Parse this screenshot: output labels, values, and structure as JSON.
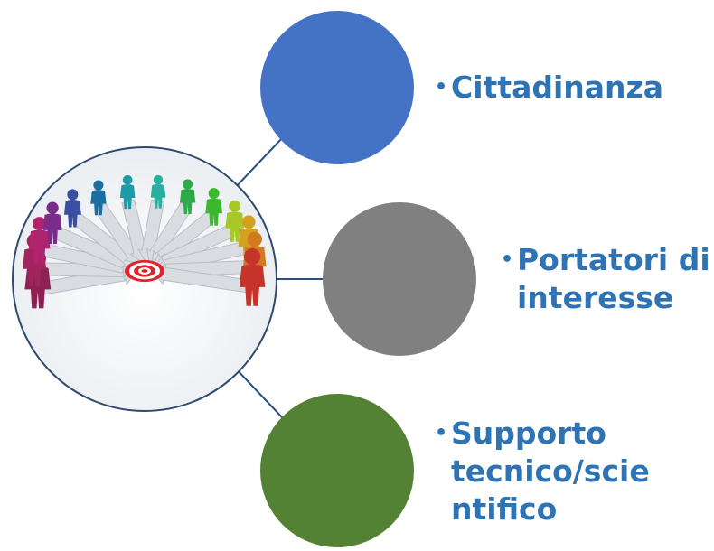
{
  "diagram": {
    "items": [
      {
        "color": "#4472c4",
        "lines": [
          "Cittadinanza"
        ]
      },
      {
        "color": "#808080",
        "lines": [
          "Portatori di",
          "interesse"
        ]
      },
      {
        "color": "#548235",
        "lines": [
          "Supporto",
          "tecnico/scie",
          "ntifico"
        ]
      }
    ],
    "bullet": "•",
    "connector_color": "#2f4f7f",
    "hub_border_color": "#2f4a6f",
    "people_colors": [
      "#8b2252",
      "#a3235f",
      "#b0246e",
      "#7a2c8a",
      "#3a4fa0",
      "#1a6fa0",
      "#1f9aa8",
      "#27b0a0",
      "#2faa4a",
      "#3cb82f",
      "#a8c82a",
      "#d4a020",
      "#d27a20",
      "#c4342a"
    ],
    "target_color": "#e0232e"
  }
}
